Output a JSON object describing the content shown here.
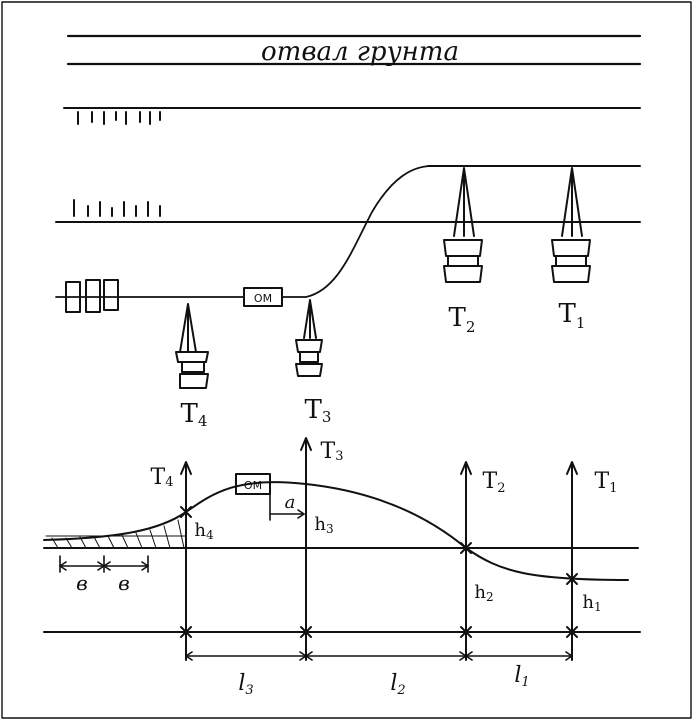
{
  "title": "отвал грунта",
  "top_view": {
    "om_label": "ОМ",
    "tractors": [
      {
        "label": "T",
        "index": "4"
      },
      {
        "label": "T",
        "index": "3"
      },
      {
        "label": "T",
        "index": "2"
      },
      {
        "label": "T",
        "index": "1"
      }
    ]
  },
  "profile": {
    "om_label": "ОМ",
    "forces": [
      {
        "label": "T",
        "index": "4"
      },
      {
        "label": "T",
        "index": "3"
      },
      {
        "label": "T",
        "index": "2"
      },
      {
        "label": "T",
        "index": "1"
      }
    ],
    "heights": [
      {
        "label": "h",
        "index": "4"
      },
      {
        "label": "h",
        "index": "3"
      },
      {
        "label": "h",
        "index": "2"
      },
      {
        "label": "h",
        "index": "1"
      }
    ],
    "offset_label": "a",
    "spacing_labels": [
      "в",
      "в"
    ],
    "distances": [
      {
        "label": "l",
        "index": "3"
      },
      {
        "label": "l",
        "index": "2"
      },
      {
        "label": "l",
        "index": "1"
      }
    ]
  }
}
